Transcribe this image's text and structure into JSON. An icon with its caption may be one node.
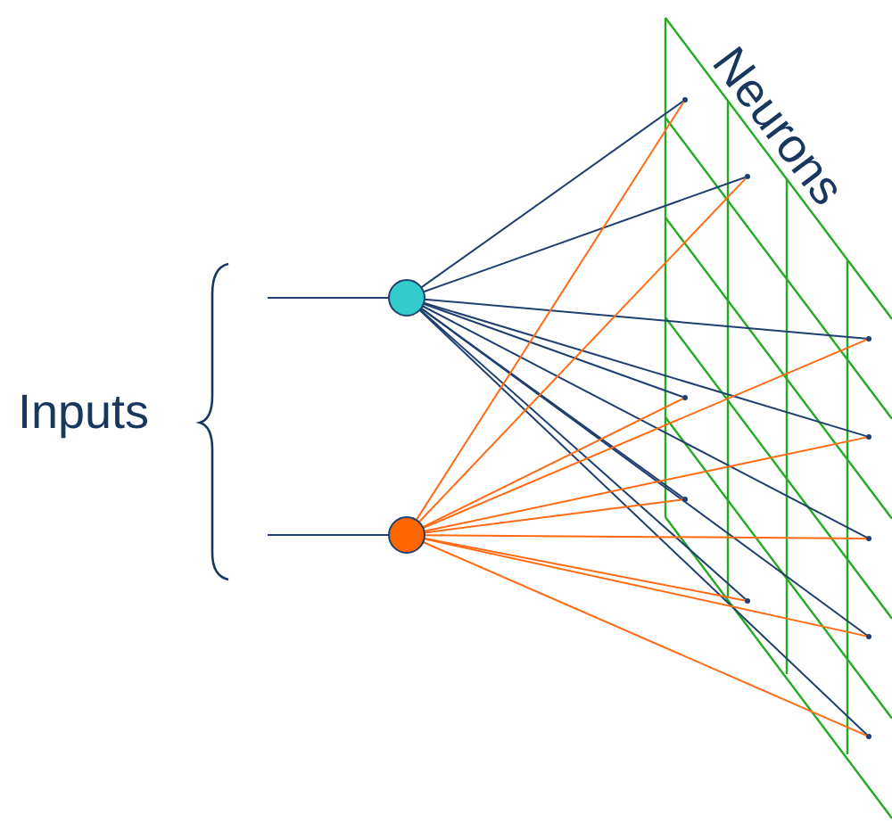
{
  "diagram": {
    "nodes": [
      {
        "text": [],
        "shape": "circle"
      },
      {
        "text": [],
        "shape": "circle"
      },
      {
        "text": [],
        "shape": "dot"
      },
      {
        "text": [],
        "shape": "dot"
      },
      {
        "text": [],
        "shape": "dot"
      },
      {
        "text": [],
        "shape": "dot"
      },
      {
        "text": [],
        "shape": "dot"
      },
      {
        "text": [],
        "shape": "dot"
      },
      {
        "text": [],
        "shape": "dot"
      },
      {
        "text": [],
        "shape": "dot"
      },
      {
        "text": [],
        "shape": "dot"
      },
      {
        "text": [],
        "shape": "dot"
      }
    ],
    "edges": [
      {
        "from": null,
        "to": 0,
        "arrow": "none"
      },
      {
        "from": null,
        "to": 1,
        "arrow": "none"
      },
      {
        "from": 0,
        "to": 2,
        "arrow": "none"
      },
      {
        "from": 0,
        "to": 3,
        "arrow": "none"
      },
      {
        "from": 0,
        "to": 4,
        "arrow": "none"
      },
      {
        "from": 0,
        "to": 5,
        "arrow": "none"
      },
      {
        "from": 0,
        "to": 6,
        "arrow": "none"
      },
      {
        "from": 0,
        "to": 7,
        "arrow": "none"
      },
      {
        "from": 0,
        "to": 8,
        "arrow": "none"
      },
      {
        "from": 0,
        "to": 9,
        "arrow": "none"
      },
      {
        "from": 0,
        "to": 10,
        "arrow": "none"
      },
      {
        "from": 0,
        "to": 11,
        "arrow": "none"
      },
      {
        "from": 1,
        "to": 2,
        "arrow": "none",
        "color": "#ff6a13"
      },
      {
        "from": 1,
        "to": 3,
        "arrow": "none",
        "color": "#ff6a13"
      },
      {
        "from": 1,
        "to": 4,
        "arrow": "none",
        "color": "#ff6a13"
      },
      {
        "from": 1,
        "to": 5,
        "arrow": "none",
        "color": "#ff6a13"
      },
      {
        "from": 1,
        "to": 6,
        "arrow": "none",
        "color": "#ff6a13"
      },
      {
        "from": 1,
        "to": 7,
        "arrow": "none",
        "color": "#ff6a13"
      },
      {
        "from": 1,
        "to": 8,
        "arrow": "none",
        "color": "#ff6a13"
      },
      {
        "from": 1,
        "to": 9,
        "arrow": "none",
        "color": "#ff6a13"
      },
      {
        "from": 1,
        "to": 10,
        "arrow": "none",
        "color": "#ff6a13"
      },
      {
        "from": 1,
        "to": 11,
        "arrow": "none",
        "color": "#ff6a13"
      }
    ],
    "labels": [
      "Inputs",
      "Neurons"
    ]
  }
}
